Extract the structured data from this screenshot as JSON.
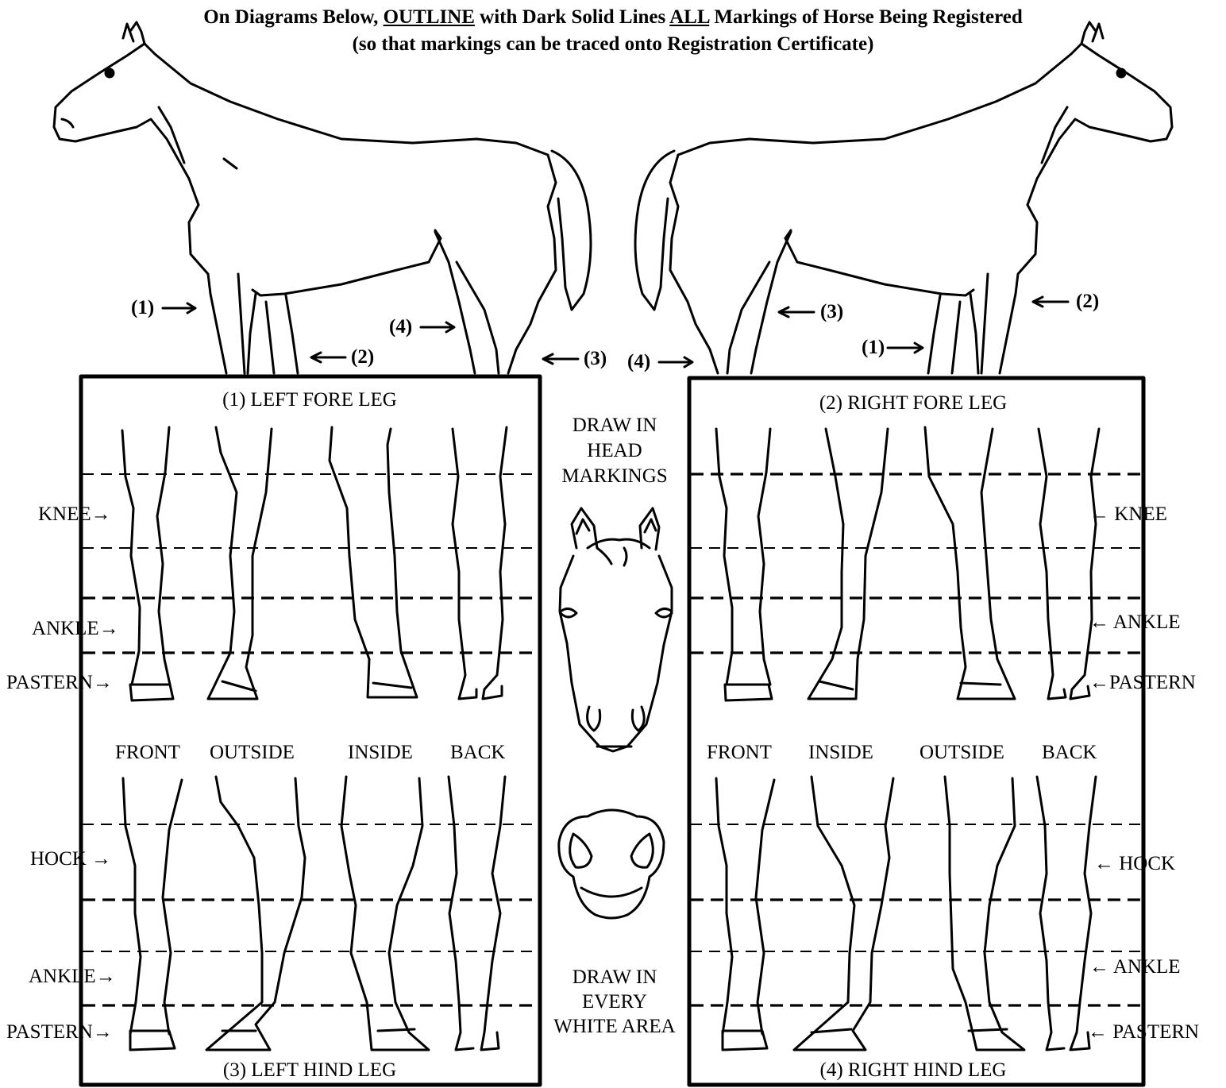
{
  "header": {
    "line1_a": "On Diagrams Below, ",
    "line1_b": "OUTLINE",
    "line1_c": " with Dark Solid Lines ",
    "line1_d": "ALL",
    "line1_e": " Markings of Horse Being Registered",
    "line2": "(so that markings can be traced onto Registration Certificate)"
  },
  "left_horse": {
    "callouts": [
      "(1)",
      "(2)",
      "(3)",
      "(4)"
    ]
  },
  "right_horse": {
    "callouts": [
      "(1)",
      "(2)",
      "(3)",
      "(4)"
    ]
  },
  "left_panel": {
    "fore_title": "(1) LEFT FORE LEG",
    "hind_title": "(3) LEFT HIND LEG",
    "views": [
      "FRONT",
      "OUTSIDE",
      "INSIDE",
      "BACK"
    ],
    "fore_labels": [
      "KNEE",
      "ANKLE",
      "PASTERN"
    ],
    "hind_labels": [
      "HOCK",
      "ANKLE",
      "PASTERN"
    ]
  },
  "right_panel": {
    "fore_title": "(2) RIGHT FORE LEG",
    "hind_title": "(4) RIGHT HIND LEG",
    "views": [
      "FRONT",
      "INSIDE",
      "OUTSIDE",
      "BACK"
    ],
    "fore_labels": [
      "KNEE",
      "ANKLE",
      "PASTERN"
    ],
    "hind_labels": [
      "HOCK",
      "ANKLE",
      "PASTERN"
    ]
  },
  "center": {
    "head_instruction": [
      "DRAW IN",
      "HEAD",
      "MARKINGS"
    ],
    "white_instruction": [
      "DRAW IN",
      "EVERY",
      "WHITE AREA"
    ]
  },
  "icons": {
    "arrow": "right-arrow-icon",
    "horse_left": "horse-side-left-icon",
    "horse_right": "horse-side-right-icon",
    "head_front": "horse-head-front-icon",
    "muzzle": "horse-muzzle-icon"
  }
}
